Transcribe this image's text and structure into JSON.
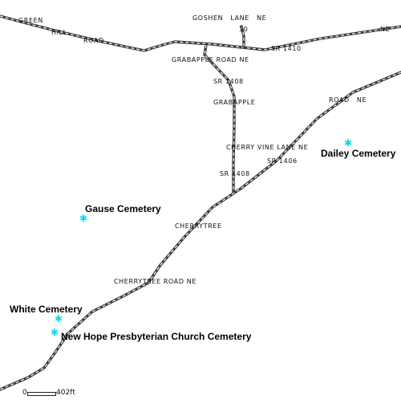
{
  "road_labels": {
    "green": "GREEN",
    "hill": "HILL",
    "road_w": "ROAD",
    "goshen": "GOSHEN LANE NE",
    "ne_right": "NE",
    "sr30": "30",
    "sr1410": "SR 1410",
    "grabapple_road": "GRABAPPLE ROAD NE",
    "sr1408_top": "SR 1408",
    "grabapple": "GRABAPPLE",
    "road_ne": "ROAD NE",
    "cherry_vine": "CHERRY VINE LANE NE",
    "sr1406": "SR 1406",
    "sr1408_mid": "SR 1408",
    "cherrytree": "CHERRYTREE",
    "cherrytree_road": "CHERRYTREE ROAD NE"
  },
  "cemeteries": {
    "dailey": "Dailey Cemetery",
    "gause": "Gause Cemetery",
    "white": "White Cemetery",
    "new_hope": "New Hope Presbyterian Church Cemetery"
  },
  "icons": {
    "cemetery": "cemetery-star-icon",
    "glyph": "✱",
    "color": "#00e0e8"
  },
  "scale": {
    "start": "0",
    "distance": "402ft"
  }
}
